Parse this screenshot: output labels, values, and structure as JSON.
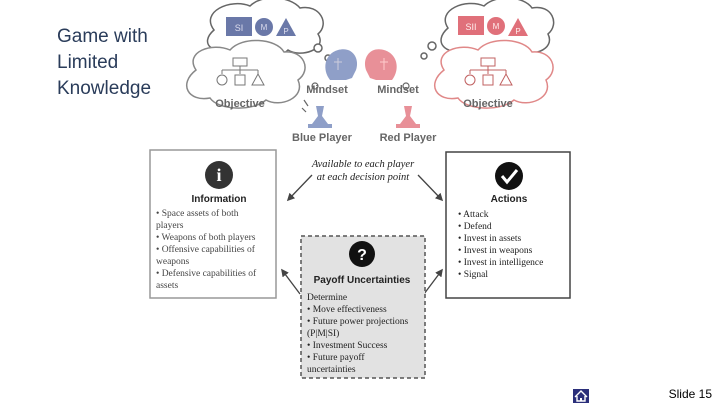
{
  "slide": {
    "title": "Game with\nLimited\nKnowledge",
    "slide_number": "Slide 15"
  },
  "players": {
    "blue": {
      "label": "Blue Player",
      "mindset": "Mindset",
      "objective": "Objective",
      "thought": [
        "SI",
        "M",
        "P"
      ]
    },
    "red": {
      "label": "Red Player",
      "mindset": "Mindset",
      "objective": "Objective",
      "thought": [
        "SII",
        "M",
        "P"
      ]
    }
  },
  "available_note": [
    "Available to each player",
    "at each decision point"
  ],
  "information": {
    "icon": "info-icon",
    "title": "Information",
    "items": [
      "• Space assets of both",
      "  players",
      "• Weapons of both players",
      "• Offensive capabilities of",
      "  weapons",
      "• Defensive capabilities of",
      "  assets"
    ]
  },
  "actions": {
    "icon": "check-icon",
    "title": "Actions",
    "items": [
      "• Attack",
      "• Defend",
      "• Invest in assets",
      "• Invest in weapons",
      "• Invest in intelligence",
      "• Signal"
    ]
  },
  "payoff": {
    "icon": "question-icon",
    "title": "Payoff Uncertainties",
    "items": [
      "Determine",
      "• Move effectiveness",
      "• Future power projections",
      "  (P|M|SI)",
      "• Investment Success",
      "• Future payoff",
      "  uncertainties"
    ]
  },
  "colors": {
    "blue_accent": "#6a78a8",
    "red_accent": "#e0707a",
    "grey": "#777777"
  }
}
